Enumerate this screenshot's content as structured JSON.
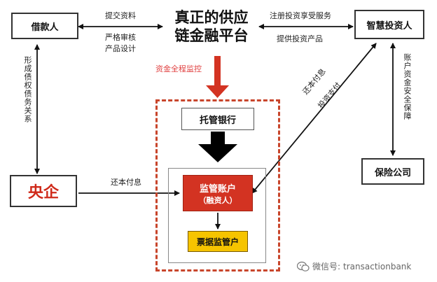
{
  "nodes": {
    "borrower": "借款人",
    "platform_line1": "真正的供应",
    "platform_line2": "链金融平台",
    "investor": "智慧投资人",
    "soe": "央企",
    "custodian_bank": "托管银行",
    "supervised_account": "监管账户",
    "supervised_account_sub": "（融资人）",
    "bill_account": "票据监管户",
    "insurance": "保险公司"
  },
  "edges": {
    "submit_docs": "提交资料",
    "strict_review": "严格审核",
    "product_design": "产品设计",
    "register": "注册投资享受服务",
    "provide_products": "提供投资产品",
    "debt_relation": "形成债权债务关系",
    "fund_monitor": "资金全程监控",
    "repay_to_account": "还本付息",
    "repay_to_investor": "还本付息",
    "invest_pay": "投资支付",
    "account_security": "账户资金安全保障"
  },
  "watermark": {
    "prefix": "微信号:",
    "account": "transactionbank"
  },
  "colors": {
    "accent_red": "#d33322",
    "bill_yellow": "#f6c400",
    "dashed_frame": "#c8452b",
    "soe_text": "#cf2a1a"
  }
}
